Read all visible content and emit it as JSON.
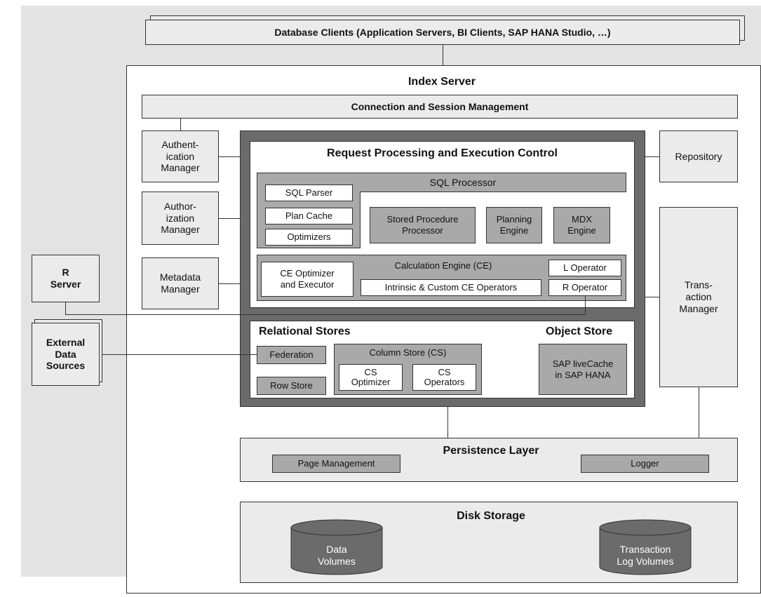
{
  "database_clients": "Database Clients (Application Servers, BI Clients, SAP HANA Studio, …)",
  "index_server": "Index Server",
  "connection_session": "Connection and Session Management",
  "authentication_manager": "Authent-\nication\nManager",
  "authorization_manager": "Author-\nization\nManager",
  "metadata_manager": "Metadata\nManager",
  "repository": "Repository",
  "transaction_manager": "Trans-\naction\nManager",
  "r_server": "R\nServer",
  "external_data_sources": "External\nData\nSources",
  "request_processing": "Request Processing and Execution Control",
  "sql_processor": {
    "title": "SQL Processor",
    "sql_parser": "SQL Parser",
    "plan_cache": "Plan Cache",
    "optimizers": "Optimizers",
    "stored_procedure": "Stored Procedure\nProcessor",
    "planning_engine": "Planning\nEngine",
    "mdx_engine": "MDX\nEngine"
  },
  "calc_engine": {
    "title": "Calculation Engine (CE)",
    "ce_optimizer": "CE Optimizer\nand Executor",
    "intrinsic": "Intrinsic & Custom CE Operators",
    "l_operator": "L Operator",
    "r_operator": "R Operator"
  },
  "stores": {
    "relational_title": "Relational Stores",
    "object_title": "Object Store",
    "federation": "Federation",
    "row_store": "Row Store",
    "column_store": "Column Store (CS)",
    "cs_optimizer": "CS\nOptimizer",
    "cs_operators": "CS\nOperators",
    "livecache": "SAP liveCache\nin SAP HANA"
  },
  "persistence": {
    "title": "Persistence Layer",
    "page_management": "Page Management",
    "logger": "Logger"
  },
  "disk": {
    "title": "Disk Storage",
    "data_volumes": "Data\nVolumes",
    "log_volumes": "Transaction\nLog Volumes"
  }
}
